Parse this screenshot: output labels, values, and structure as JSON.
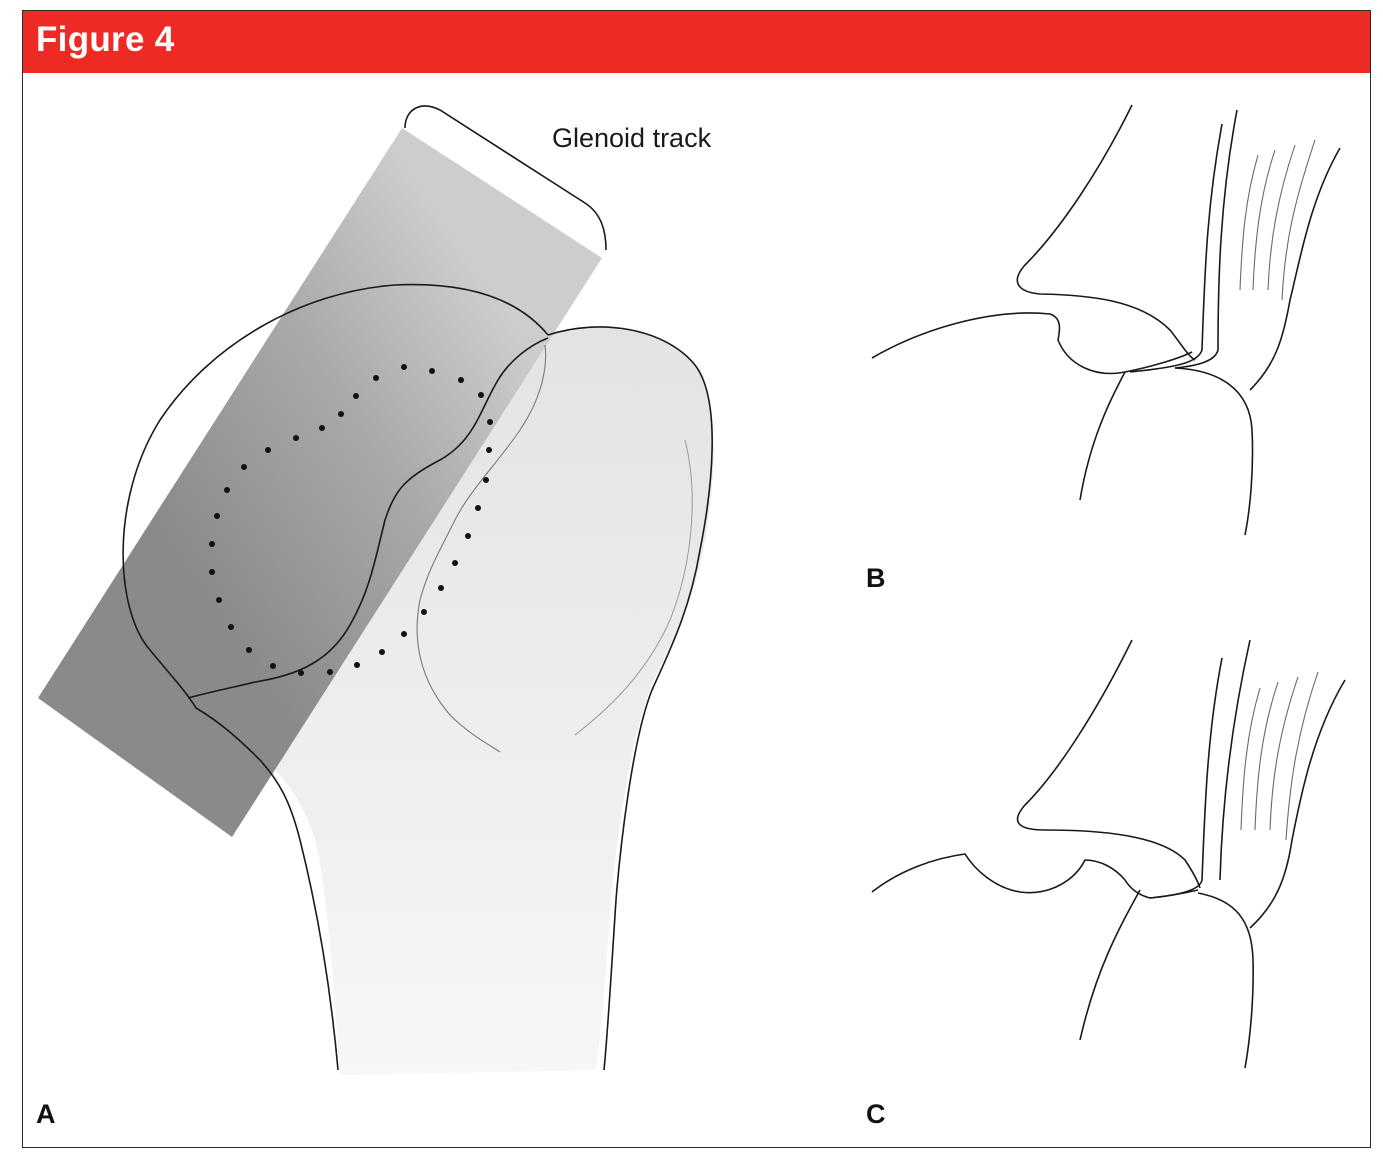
{
  "figure": {
    "title": "Figure 4",
    "header_color": "#ed2a24"
  },
  "panel_a": {
    "letter": "A",
    "callout": "Glenoid track"
  },
  "panel_b": {
    "letter": "B"
  },
  "panel_c": {
    "letter": "C"
  }
}
